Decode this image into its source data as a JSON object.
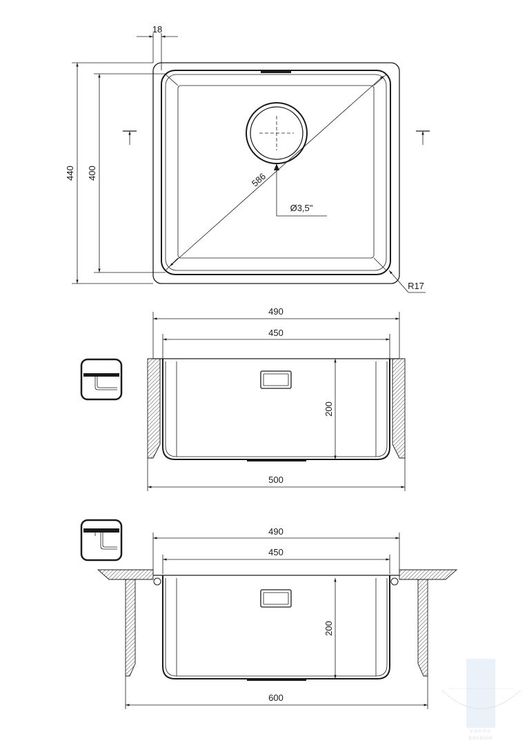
{
  "top_view": {
    "dim_18": "18",
    "dim_440": "440",
    "dim_400": "400",
    "dim_586": "586",
    "drain_label": "Ø3,5\"",
    "radius_label": "R17"
  },
  "front_view": {
    "dim_490": "490",
    "dim_450": "450",
    "dim_200": "200",
    "dim_500": "500",
    "install_type": "undermount"
  },
  "bottom_view": {
    "dim_490": "490",
    "dim_450": "450",
    "dim_200": "200",
    "dim_600": "600",
    "install_type": "flush-mount"
  },
  "watermark": {
    "line1": "vannu",
    "line2": "pasaule"
  }
}
